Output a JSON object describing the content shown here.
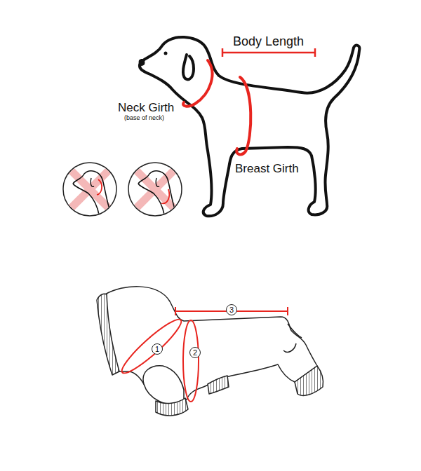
{
  "diagram": {
    "labels": [
      "Body Length",
      "Neck Girth",
      "(base of neck)",
      "Breast Girth",
      "1",
      "2",
      "3"
    ]
  }
}
